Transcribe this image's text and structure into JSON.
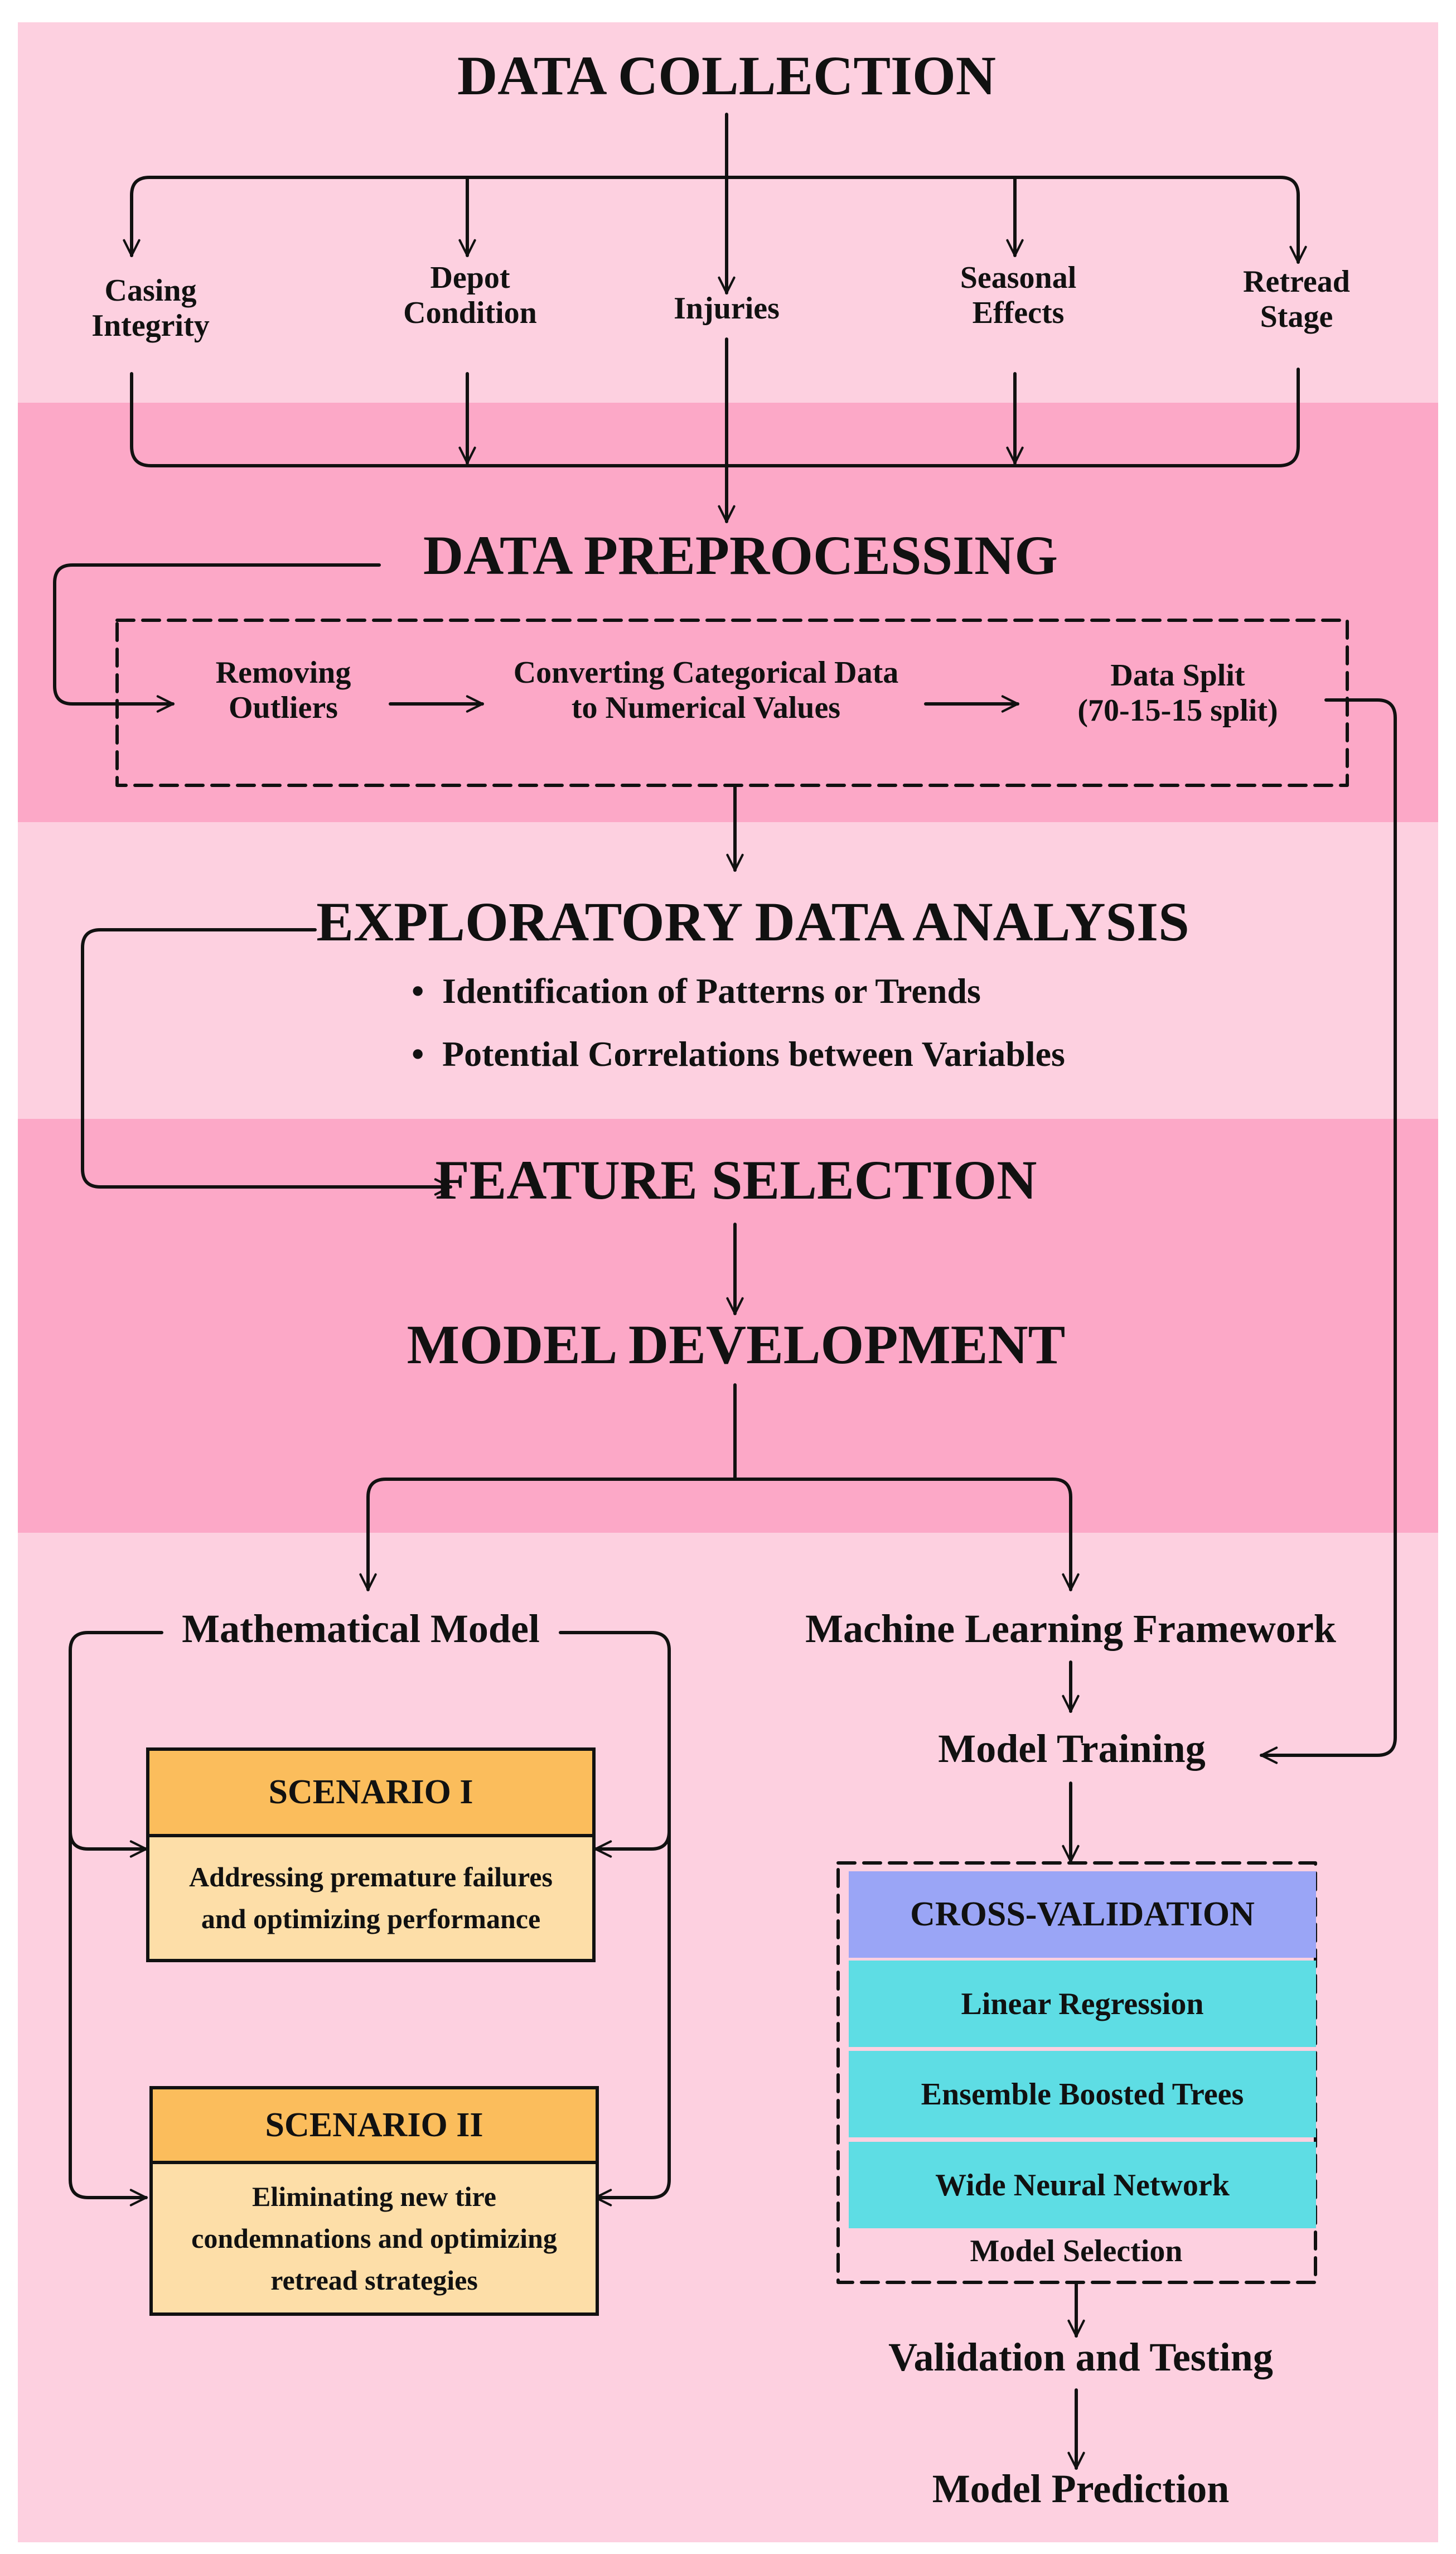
{
  "colors": {
    "band_light": "#fdd0e0",
    "band_dark": "#fca8c7",
    "scenario_header": "#fbbd5c",
    "scenario_body": "#fddea8",
    "cv_header": "#9aa5f6",
    "cv_item": "#5edde4"
  },
  "data_collection": {
    "title": "DATA COLLECTION",
    "items": [
      [
        "Casing",
        "Integrity"
      ],
      [
        "Depot",
        "Condition"
      ],
      [
        "Injuries"
      ],
      [
        "Seasonal",
        "Effects"
      ],
      [
        "Retread",
        "Stage"
      ]
    ]
  },
  "data_preprocessing": {
    "title": "DATA PREPROCESSING",
    "steps": [
      [
        "Removing",
        "Outliers"
      ],
      [
        "Converting Categorical Data",
        "to Numerical Values"
      ],
      [
        "Data Split",
        "(70-15-15 split)"
      ]
    ]
  },
  "eda": {
    "title": "EXPLORATORY DATA ANALYSIS",
    "bullets": [
      "Identification of Patterns or Trends",
      "Potential Correlations between Variables"
    ]
  },
  "feature_selection": {
    "title": "FEATURE SELECTION"
  },
  "model_development": {
    "title": "MODEL DEVELOPMENT"
  },
  "mathematical_model": {
    "title": "Mathematical Model",
    "scenarios": [
      {
        "label": "SCENARIO I",
        "lines": [
          "Addressing premature failures",
          "and optimizing performance"
        ]
      },
      {
        "label": "SCENARIO II",
        "lines": [
          "Eliminating new tire",
          "condemnations and optimizing",
          "retread strategies"
        ]
      }
    ]
  },
  "ml_framework": {
    "title": "Machine Learning Framework",
    "training": "Model Training",
    "cross_validation": "CROSS-VALIDATION",
    "models": [
      "Linear Regression",
      "Ensemble Boosted Trees",
      "Wide Neural Network"
    ],
    "selection": "Model Selection",
    "validation": "Validation and Testing",
    "prediction": "Model Prediction"
  }
}
